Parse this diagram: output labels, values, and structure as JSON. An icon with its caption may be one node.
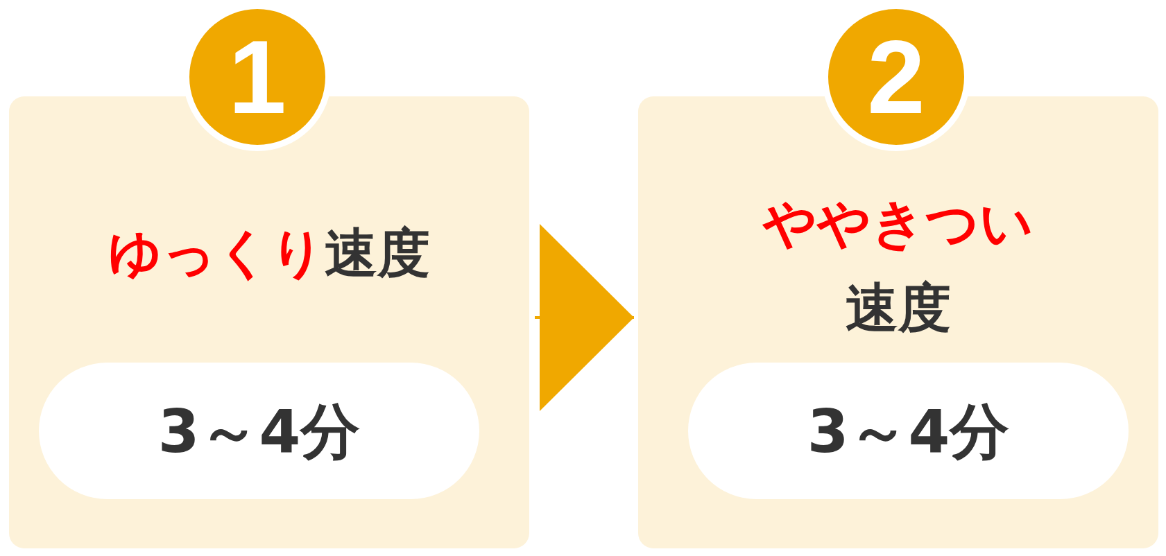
{
  "diagram": {
    "nodes": [
      {
        "text": [
          "1"
        ]
      },
      {
        "text": [
          "**ゆっくり**速度"
        ]
      },
      {
        "text": [
          "3～4分"
        ],
        "in": 1
      },
      {
        "text": [
          "2"
        ]
      },
      {
        "text": [
          "**ややきつい**速度"
        ]
      },
      {
        "text": [
          "3～4分"
        ],
        "in": 4
      }
    ],
    "edges": [
      {
        "from": 1,
        "to": 4,
        "arrow": "to"
      }
    ]
  }
}
